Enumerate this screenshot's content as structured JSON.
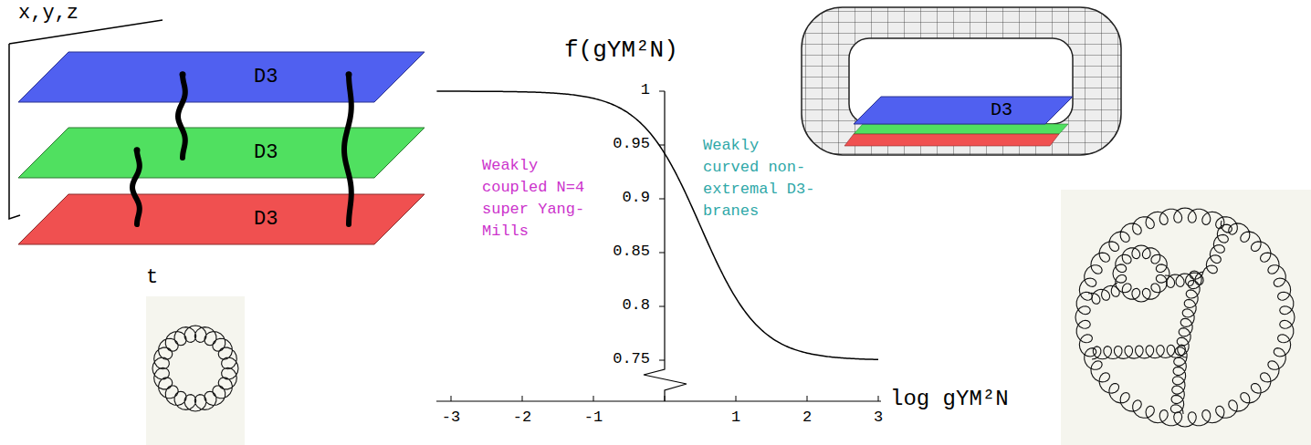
{
  "diagram": {
    "nodes": [
      {
        "text": [
          "D3"
        ]
      },
      {
        "text": [
          "D3"
        ]
      },
      {
        "text": [
          "D3"
        ]
      },
      {
        "text": [
          "D3"
        ]
      }
    ],
    "edges": [
      {
        "from": 2,
        "to": 1,
        "arrow": "none"
      },
      {
        "from": 1,
        "to": 0,
        "arrow": "none"
      },
      {
        "from": 2,
        "to": 0,
        "arrow": "none"
      }
    ],
    "labels": [
      "x,y,z",
      "t",
      "f(gYM²N)",
      "1",
      "0.95",
      "0.9",
      "0.85",
      "0.8",
      "0.75",
      "Weakly coupled N=4 super Yang-Mills",
      "Weakly curved non-extremal D3-branes",
      "-3",
      "-2",
      "-1",
      "1",
      "2",
      "3",
      "log gYM²N"
    ]
  }
}
